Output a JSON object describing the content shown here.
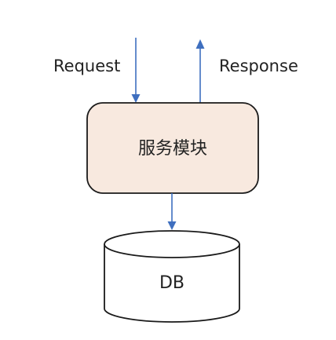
{
  "diagram": {
    "arrows": {
      "request_label": "Request",
      "response_label": "Response"
    },
    "service_node": {
      "label": "服务模块",
      "fill_color": "#f8e9df",
      "stroke_color": "#1a1a1a"
    },
    "database_node": {
      "label": "DB",
      "fill_color": "#ffffff",
      "stroke_color": "#1a1a1a"
    },
    "arrow_color": "#3f6fbf"
  }
}
